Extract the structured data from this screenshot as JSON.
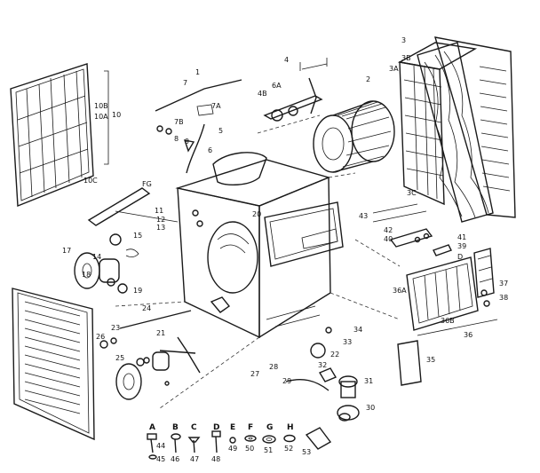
{
  "labels": {
    "l1": "1",
    "l2": "2",
    "l3": "3",
    "l3a": "3A",
    "l3b": "3B",
    "l3c": "3C",
    "l4": "4",
    "l5": "5",
    "l6": "6",
    "l7": "7",
    "l7a": "7A",
    "l7b": "7B",
    "l8": "8",
    "l9": "9",
    "l10": "10",
    "l10a": "10A",
    "l10b": "10B",
    "l10c": "10C",
    "l11": "11",
    "l12": "12",
    "l13": "13",
    "l15": "15",
    "l17": "17",
    "l18": "18",
    "l19": "19",
    "l20": "20",
    "l21": "21",
    "l22": "22",
    "l23": "23",
    "l24": "24",
    "l25": "25",
    "l26": "26",
    "l27": "27",
    "l28": "28",
    "l29": "29",
    "l30": "30",
    "l31": "31",
    "l33": "33",
    "l34": "34",
    "l35": "35",
    "l36": "36",
    "l36a": "36A",
    "l36b": "36B",
    "l37": "37",
    "l38": "38",
    "l39": "39",
    "l40": "40",
    "l41": "41",
    "l42": "42",
    "l43": "43",
    "l44": "44",
    "l45": "45",
    "l46": "46",
    "l47": "47",
    "l48": "48",
    "l49": "49",
    "l50": "50",
    "l51": "51",
    "l52": "52",
    "l53": "53",
    "l6a": "6A",
    "l4b": "4B",
    "lD": "D",
    "hwA": "A",
    "hwB": "B",
    "hwC": "C",
    "hwD": "D",
    "hwE": "E",
    "hwF": "F",
    "hwG": "G",
    "hwH": "H",
    "l14": "14",
    "lFG": "FG",
    "l32": "32"
  }
}
